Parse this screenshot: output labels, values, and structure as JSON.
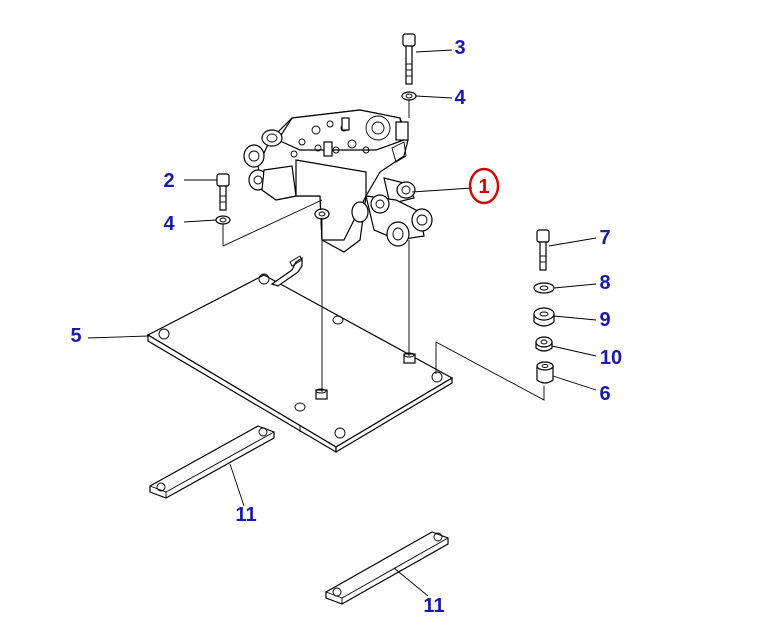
{
  "callouts": {
    "c1": "1",
    "c2": "2",
    "c3": "3",
    "c4a": "4",
    "c4b": "4",
    "c5": "5",
    "c6": "6",
    "c7": "7",
    "c8": "8",
    "c9": "9",
    "c10": "10",
    "c11a": "11",
    "c11b": "11"
  },
  "colors": {
    "callout": "#1a1aa8",
    "highlight": "#d00000",
    "line": "#000000",
    "background": "#ffffff"
  }
}
